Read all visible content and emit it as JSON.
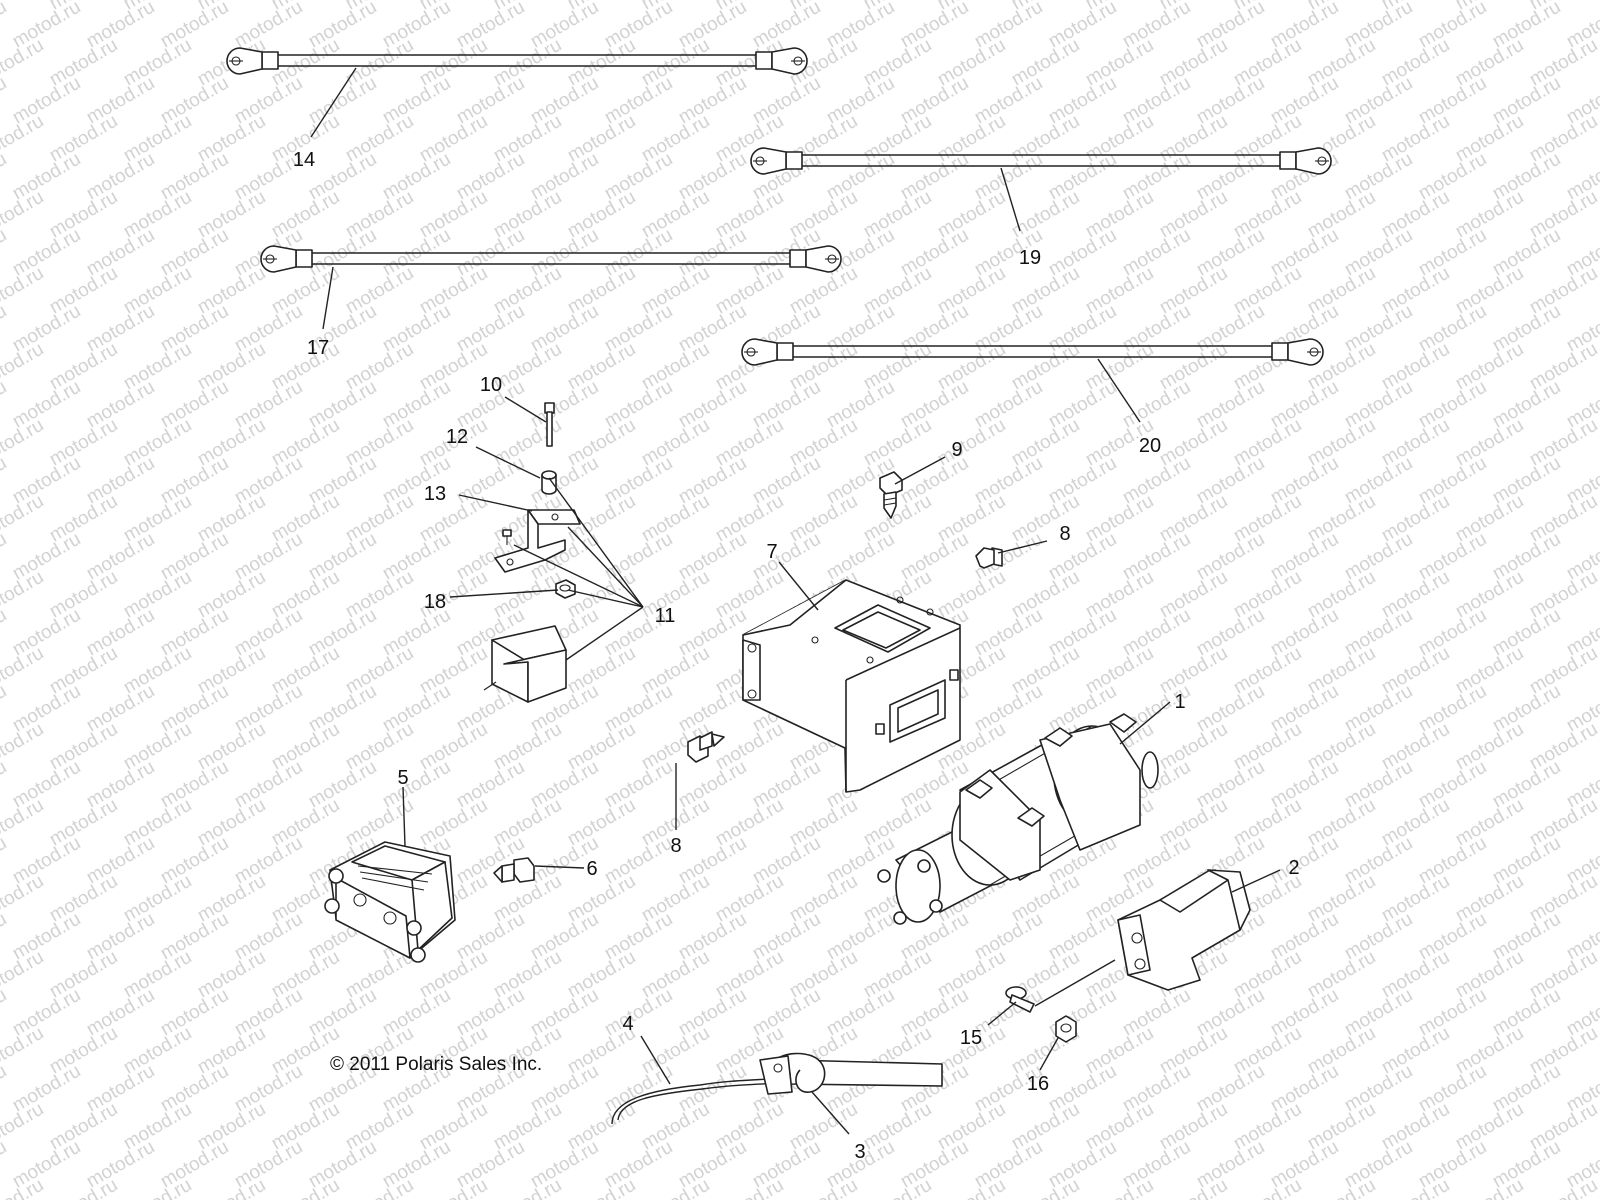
{
  "watermark": "motod.ru",
  "copyright": "© 2011 Polaris Sales Inc.",
  "callouts": [
    {
      "id": "c14",
      "text": "14"
    },
    {
      "id": "c19",
      "text": "19"
    },
    {
      "id": "c17",
      "text": "17"
    },
    {
      "id": "c20",
      "text": "20"
    },
    {
      "id": "c10",
      "text": "10"
    },
    {
      "id": "c12",
      "text": "12"
    },
    {
      "id": "c13",
      "text": "13"
    },
    {
      "id": "c18",
      "text": "18"
    },
    {
      "id": "c11",
      "text": "11"
    },
    {
      "id": "c9",
      "text": "9"
    },
    {
      "id": "c8a",
      "text": "8"
    },
    {
      "id": "c7",
      "text": "7"
    },
    {
      "id": "c8b",
      "text": "8"
    },
    {
      "id": "c1",
      "text": "1"
    },
    {
      "id": "c5",
      "text": "5"
    },
    {
      "id": "c6",
      "text": "6"
    },
    {
      "id": "c2",
      "text": "2"
    },
    {
      "id": "c15",
      "text": "15"
    },
    {
      "id": "c16",
      "text": "16"
    },
    {
      "id": "c4",
      "text": "4"
    },
    {
      "id": "c3",
      "text": "3"
    }
  ]
}
